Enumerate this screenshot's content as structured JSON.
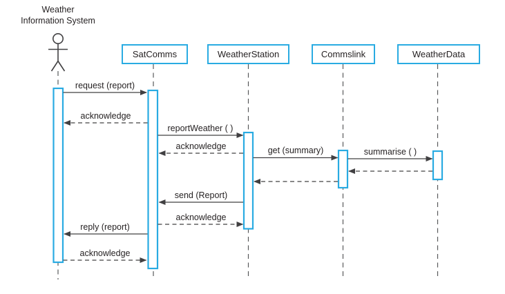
{
  "diagram": {
    "type": "uml-sequence",
    "accent_color": "#29abe2",
    "line_color": "#414042",
    "text_color": "#231f20",
    "background_color": "#ffffff"
  },
  "actor": {
    "name": "Weather Information System",
    "lines": [
      "Weather",
      "Information System"
    ],
    "icon": "stick-figure"
  },
  "participants": [
    {
      "name": "SatComms"
    },
    {
      "name": "WeatherStation"
    },
    {
      "name": "Commslink"
    },
    {
      "name": "WeatherData"
    }
  ],
  "messages": [
    {
      "label": "request (report)",
      "from": "Weather Information System",
      "to": "SatComms",
      "kind": "call",
      "line": "solid"
    },
    {
      "label": "acknowledge",
      "from": "SatComms",
      "to": "Weather Information System",
      "kind": "return",
      "line": "dashed"
    },
    {
      "label": "reportWeather ( )",
      "from": "SatComms",
      "to": "WeatherStation",
      "kind": "call",
      "line": "solid"
    },
    {
      "label": "acknowledge",
      "from": "WeatherStation",
      "to": "SatComms",
      "kind": "return",
      "line": "dashed"
    },
    {
      "label": "get (summary)",
      "from": "WeatherStation",
      "to": "Commslink",
      "kind": "call",
      "line": "solid"
    },
    {
      "label": "summarise ( )",
      "from": "Commslink",
      "to": "WeatherData",
      "kind": "call",
      "line": "solid"
    },
    {
      "label": "",
      "from": "WeatherData",
      "to": "Commslink",
      "kind": "return",
      "line": "dashed"
    },
    {
      "label": "",
      "from": "Commslink",
      "to": "WeatherStation",
      "kind": "return",
      "line": "dashed"
    },
    {
      "label": "send (Report)",
      "from": "WeatherStation",
      "to": "SatComms",
      "kind": "call",
      "line": "solid"
    },
    {
      "label": "acknowledge",
      "from": "SatComms",
      "to": "WeatherStation",
      "kind": "return",
      "line": "dashed"
    },
    {
      "label": "reply (report)",
      "from": "SatComms",
      "to": "Weather Information System",
      "kind": "call",
      "line": "solid"
    },
    {
      "label": "acknowledge",
      "from": "Weather Information System",
      "to": "SatComms",
      "kind": "return",
      "line": "dashed"
    }
  ]
}
